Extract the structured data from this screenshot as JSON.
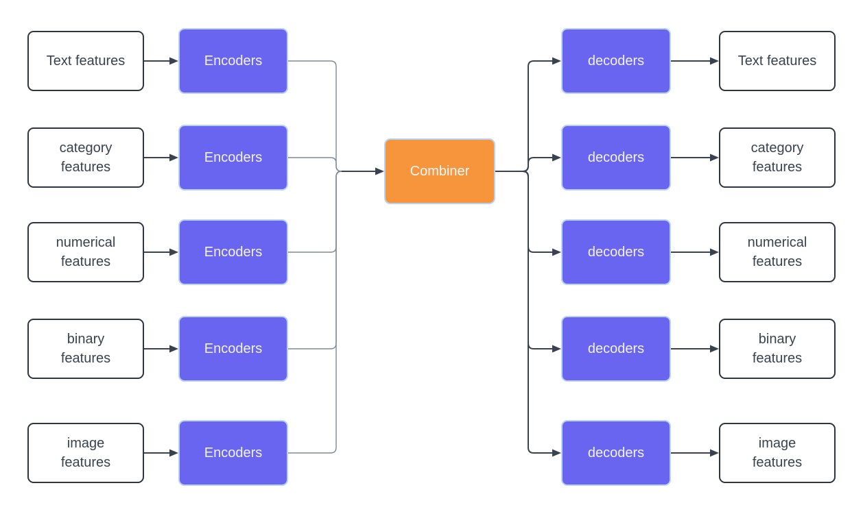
{
  "diagram": {
    "nodes": {
      "inputs": [
        "Text features",
        "category\nfeatures",
        "numerical\nfeatures",
        "binary\nfeatures",
        "image\nfeatures"
      ],
      "encoders": [
        "Encoders",
        "Encoders",
        "Encoders",
        "Encoders",
        "Encoders"
      ],
      "combiner": "Combiner",
      "decoders": [
        "decoders",
        "decoders",
        "decoders",
        "decoders",
        "decoders"
      ],
      "outputs": [
        "Text features",
        "category\nfeatures",
        "numerical\nfeatures",
        "binary\nfeatures",
        "image\nfeatures"
      ]
    },
    "colors": {
      "background": "#FFFFFF",
      "encoder_decoder_fill": "#6965F0",
      "combiner_fill": "#F7953D",
      "highlight_border": "#B7D2F3",
      "plain_box_border": "#2E3540",
      "text_dark": "#39424E",
      "text_light": "#F2F2F7",
      "connector": "#39424E",
      "connector_merge": "#7E8893"
    }
  }
}
